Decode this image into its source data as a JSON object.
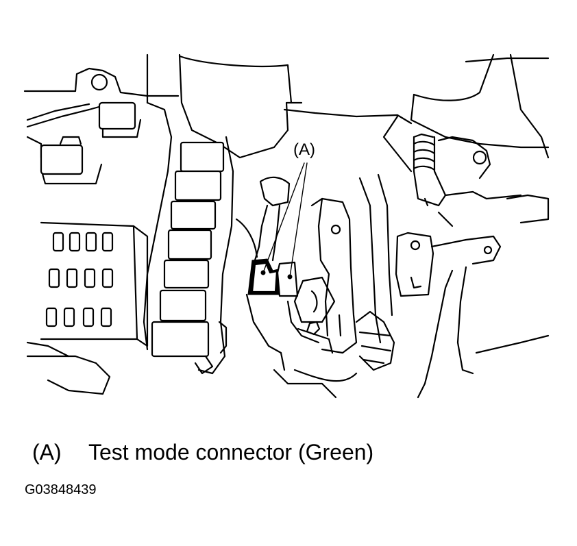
{
  "callout": {
    "label": "(A)"
  },
  "legend": [
    {
      "key": "(A)",
      "text": "Test mode connector (Green)"
    }
  ],
  "figure_code": "G03848439"
}
